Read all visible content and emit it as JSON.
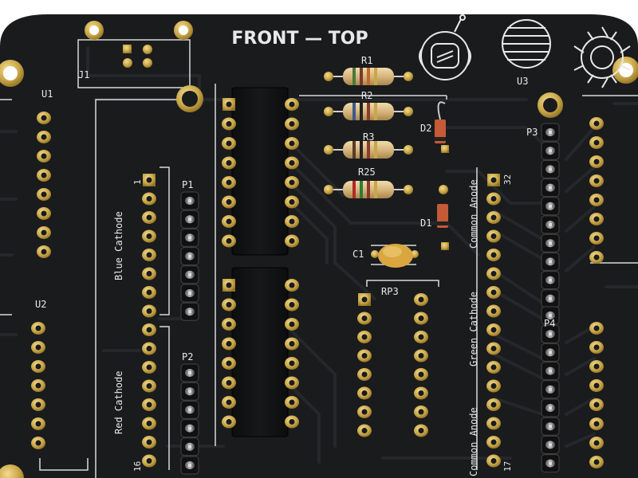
{
  "colors": {
    "background": "#ffffff",
    "pcb": "#1a1b1d",
    "trace": "#232427",
    "silkscreen": "#e8e8e8",
    "pad_gold": "#c9a648",
    "chip_body": "#111214",
    "resistor_body": "#dcc08a",
    "capacitor": "#d6a441"
  },
  "board": {
    "title": "FRONT — TOP",
    "labels": {
      "j1": "J1",
      "u1": "U1",
      "u2": "U2",
      "u3": "U3",
      "p1": "P1",
      "p2": "P2",
      "p3": "P3",
      "p4": "P4",
      "r1": "R1",
      "r2": "R2",
      "r3": "R3",
      "r25": "R25",
      "d1": "D1",
      "d2": "D2",
      "c1": "C1",
      "rp3": "RP3",
      "blue_cathode": "Blue Cathode",
      "red_cathode": "Red Cathode",
      "common_anode_top": "Common Anode",
      "green_cathode": "Green Cathode",
      "common_anode_bottom": "Common Anode",
      "pin_1": "1",
      "pin_16": "16",
      "pin_32": "32",
      "pin_17": "17"
    },
    "icons": [
      "astronaut-robot-icon",
      "planet-icon",
      "sun-gear-icon"
    ]
  }
}
